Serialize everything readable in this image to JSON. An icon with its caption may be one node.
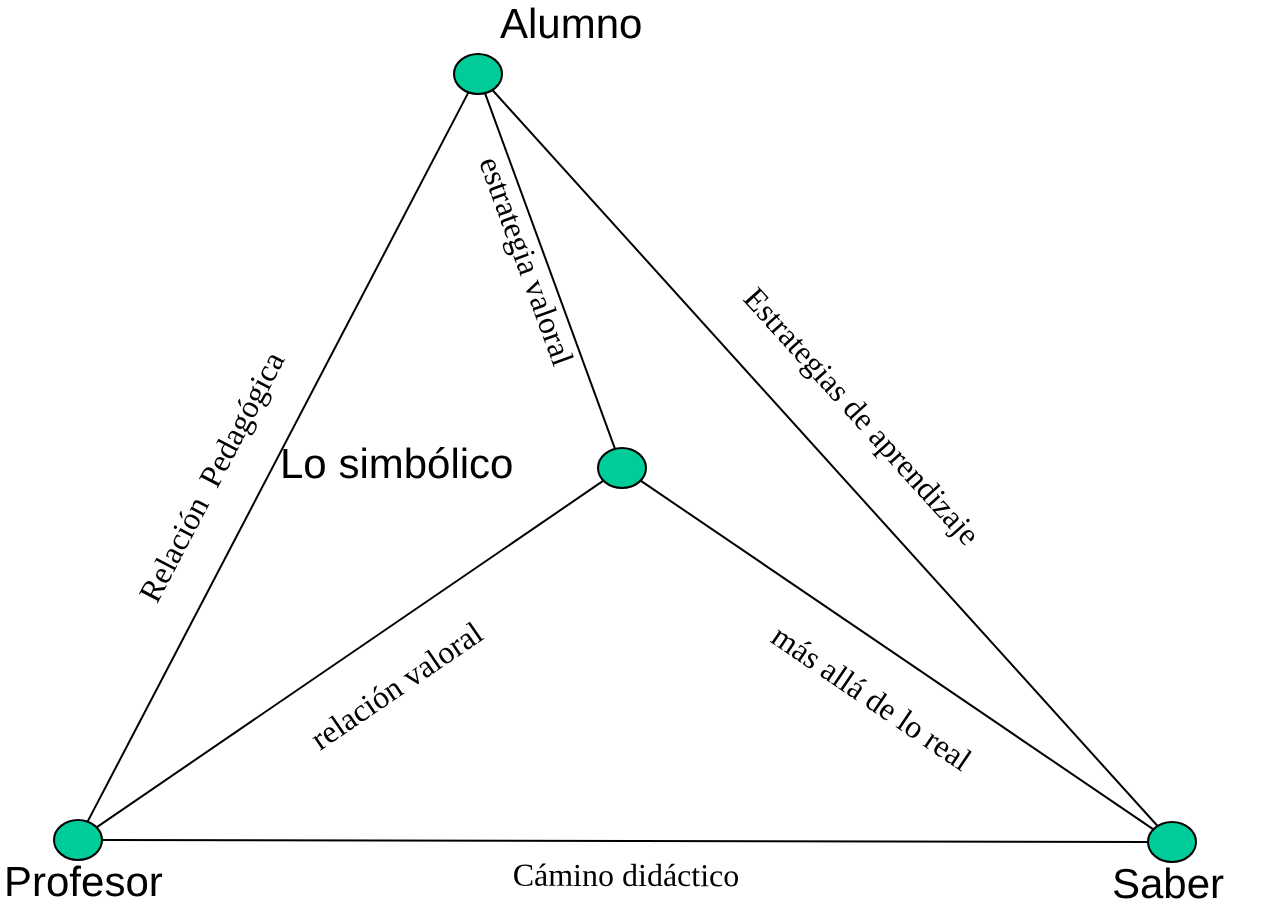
{
  "diagram": {
    "nodes": [
      {
        "text": [
          "Alumno"
        ]
      },
      {
        "text": [
          "Lo simbólico"
        ]
      },
      {
        "text": [
          "Profesor"
        ]
      },
      {
        "text": [
          "Saber"
        ]
      }
    ],
    "edges": [
      {
        "from": 0,
        "to": 2,
        "arrow": "none",
        "label": "Relación  Pedagógica"
      },
      {
        "from": 0,
        "to": 1,
        "arrow": "none",
        "label": "estrategia valoral"
      },
      {
        "from": 0,
        "to": 3,
        "arrow": "none",
        "label": "Estrategias de aprendizaje"
      },
      {
        "from": 2,
        "to": 1,
        "arrow": "none",
        "label": "relación valoral"
      },
      {
        "from": 1,
        "to": 3,
        "arrow": "none",
        "label": "más allá de lo real"
      },
      {
        "from": 2,
        "to": 3,
        "arrow": "none",
        "label": "Cámino didáctico"
      }
    ]
  }
}
